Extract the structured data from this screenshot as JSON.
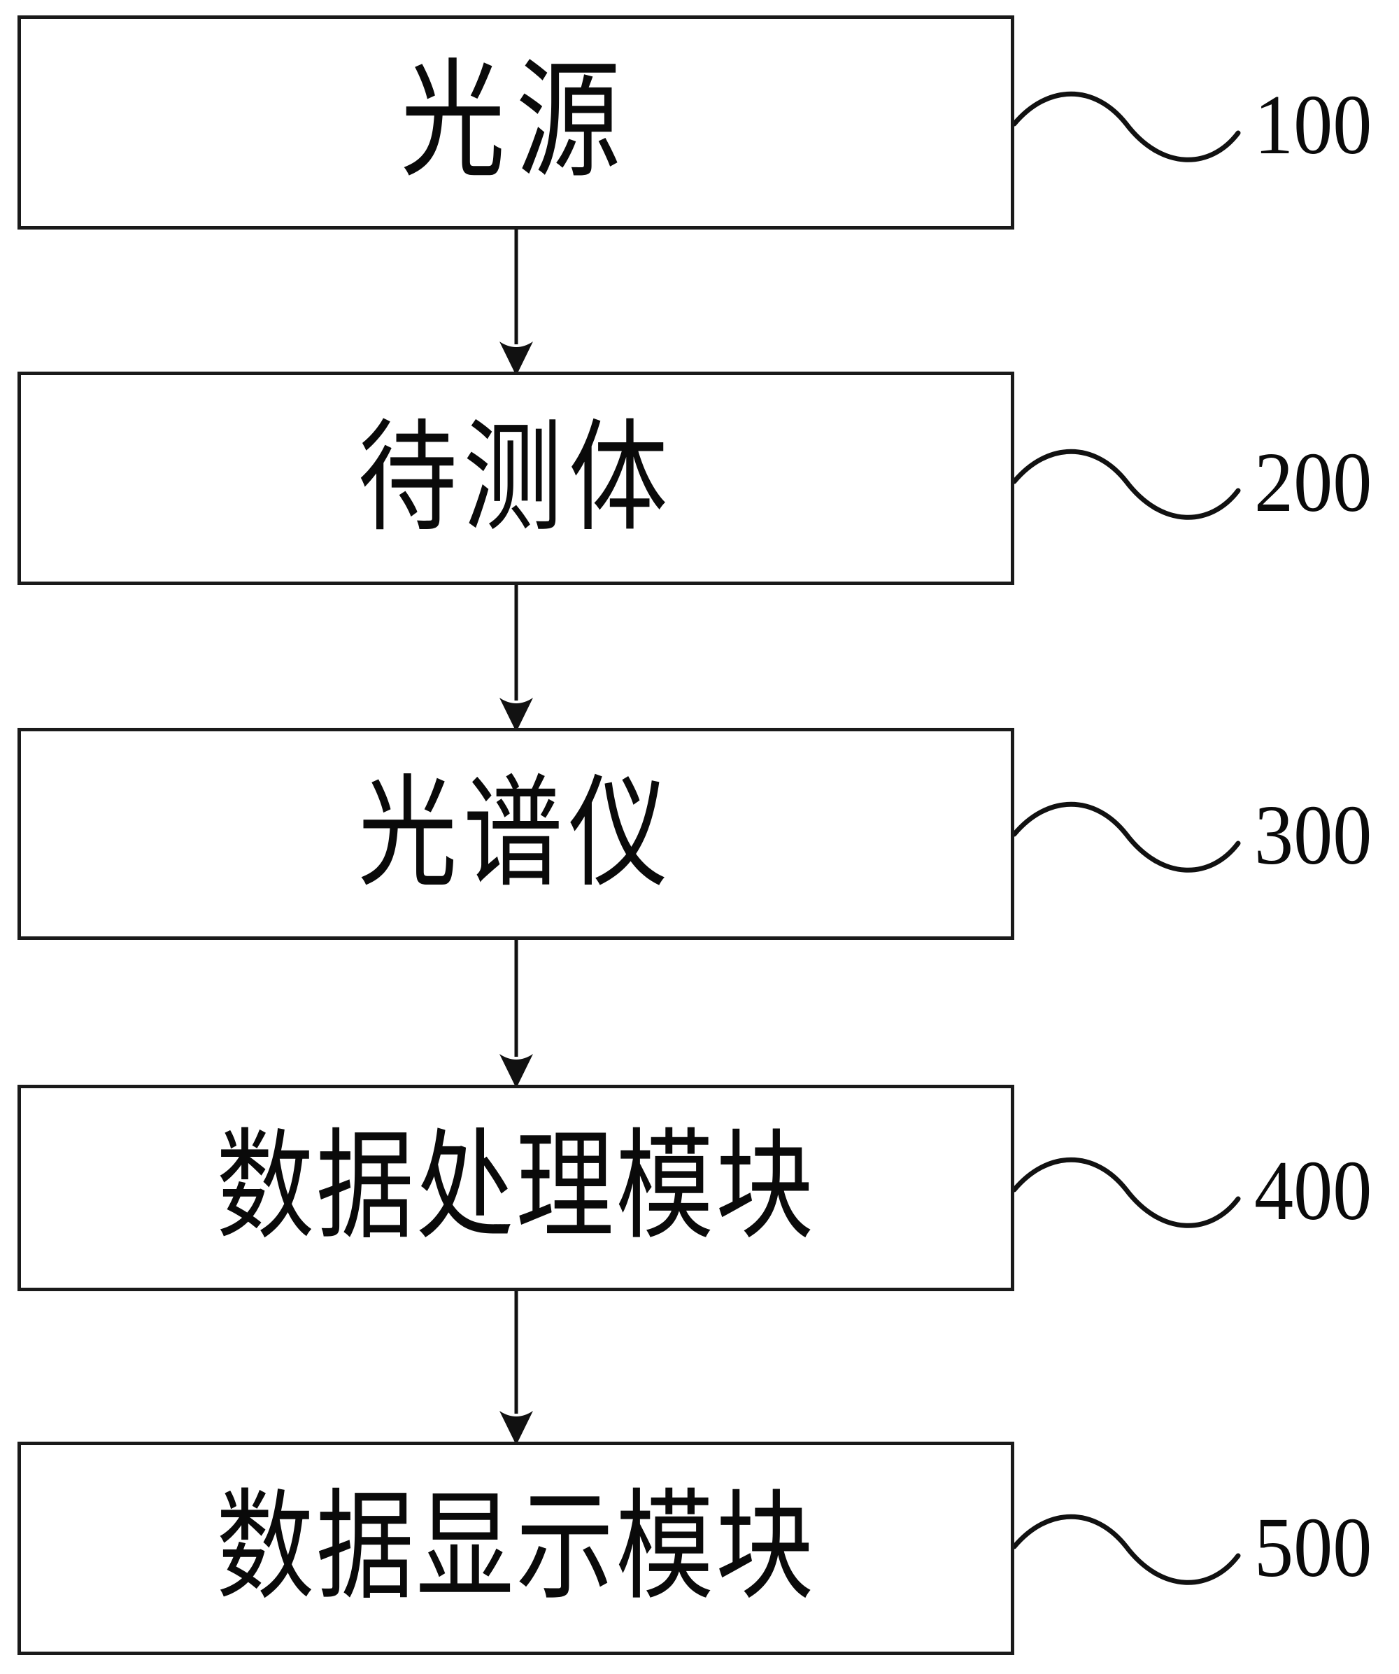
{
  "diagram": {
    "type": "flowchart",
    "orientation": "vertical",
    "title": "",
    "background_color": "#ffffff",
    "stroke_color": "#1a1a1a",
    "nodes": [
      {
        "id": "light-source",
        "label": "光源",
        "ref": "100",
        "char_count": 2
      },
      {
        "id": "object-under-test",
        "label": "待测体",
        "ref": "200",
        "char_count": 3
      },
      {
        "id": "spectrometer",
        "label": "光谱仪",
        "ref": "300",
        "char_count": 3
      },
      {
        "id": "data-processing-module",
        "label": "数据处理模块",
        "ref": "400",
        "char_count": 6
      },
      {
        "id": "data-display-module",
        "label": "数据显示模块",
        "ref": "500",
        "char_count": 6
      }
    ],
    "edges": [
      {
        "from": "light-source",
        "to": "object-under-test",
        "style": "arrow-down"
      },
      {
        "from": "object-under-test",
        "to": "spectrometer",
        "style": "arrow-down"
      },
      {
        "from": "spectrometer",
        "to": "data-processing-module",
        "style": "arrow-down"
      },
      {
        "from": "data-processing-module",
        "to": "data-display-module",
        "style": "arrow-down"
      }
    ],
    "leader_lines": [
      {
        "for": "light-source",
        "ref": "100",
        "style": "squiggle"
      },
      {
        "for": "object-under-test",
        "ref": "200",
        "style": "squiggle"
      },
      {
        "for": "spectrometer",
        "ref": "300",
        "style": "squiggle"
      },
      {
        "for": "data-processing-module",
        "ref": "400",
        "style": "squiggle"
      },
      {
        "for": "data-display-module",
        "ref": "500",
        "style": "squiggle"
      }
    ]
  }
}
